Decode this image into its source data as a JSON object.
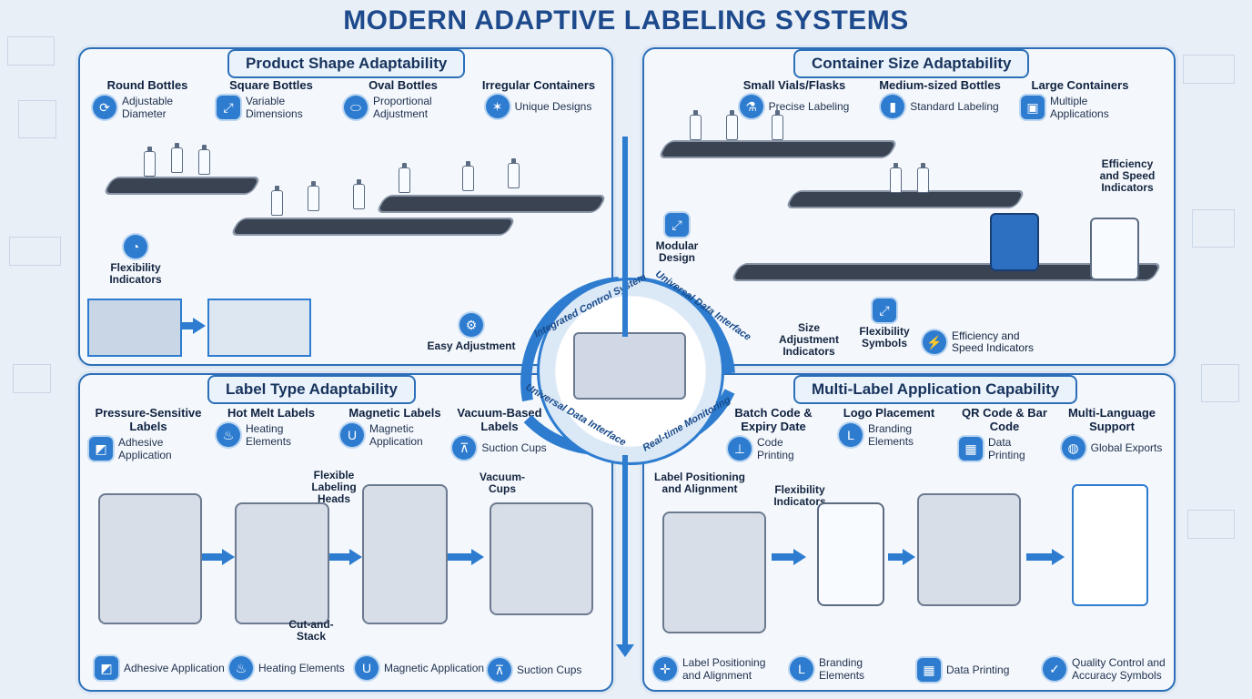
{
  "title": "MODERN ADAPTIVE LABELING SYSTEMS",
  "colors": {
    "primary": "#2c6fb8",
    "accent": "#2d7cd0",
    "panel": "#f4f8fc",
    "title": "#1d4a8c"
  },
  "center": {
    "labels": [
      "Integrated Control System",
      "Universal Data Interface",
      "Universal Data Interface",
      "Real-time Monitoring"
    ]
  },
  "shape_panel": {
    "title": "Product Shape Adaptability",
    "categories": [
      {
        "title": "Round Bottles",
        "desc": "Adjustable Diameter",
        "icon": "circle-arrow-icon"
      },
      {
        "title": "Square Bottles",
        "desc": "Variable Dimensions",
        "icon": "square-resize-icon"
      },
      {
        "title": "Oval Bottles",
        "desc": "Proportional Adjustment",
        "icon": "oval-icon"
      },
      {
        "title": "Irregular Containers",
        "desc": "Unique Designs",
        "icon": "star-icon"
      }
    ],
    "flexibility": "Flexibility Indicators",
    "easy": "Easy Adjustment"
  },
  "size_panel": {
    "title": "Container Size Adaptability",
    "categories": [
      {
        "title": "Small Vials/Flasks",
        "desc": "Precise Labeling",
        "icon": "flask-icon"
      },
      {
        "title": "Medium-sized Bottles",
        "desc": "Standard Labeling",
        "icon": "bottle-icon"
      },
      {
        "title": "Large Containers",
        "desc": "Multiple Applications",
        "icon": "container-icon"
      }
    ],
    "efficiency_top": "Efficiency and Speed Indicators",
    "modular": "Modular Design",
    "size_adj": "Size Adjustment Indicators",
    "flex_symbols": "Flexibility Symbols",
    "efficiency_bottom": "Efficiency and Speed Indicators"
  },
  "label_panel": {
    "title": "Label Type Adaptability",
    "categories": [
      {
        "title": "Pressure-Sensitive Labels",
        "desc": "Adhesive Application",
        "icon": "adhesive-icon"
      },
      {
        "title": "Hot Melt Labels",
        "desc": "Heating Elements",
        "icon": "heating-icon"
      },
      {
        "title": "Magnetic Labels",
        "desc": "Magnetic Application",
        "icon": "magnet-icon"
      },
      {
        "title": "Vacuum-Based Labels",
        "desc": "Suction Cups",
        "icon": "suction-icon"
      }
    ],
    "flexible_heads": "Flexible Labeling Heads",
    "vacuum_cups": "Vacuum-Cups",
    "cut_stack": "Cut-and-Stack",
    "bottom": [
      {
        "desc": "Adhesive Application",
        "icon": "adhesive-icon"
      },
      {
        "desc": "Heating Elements",
        "icon": "heating-icon"
      },
      {
        "desc": "Magnetic Application",
        "icon": "magnet-icon"
      },
      {
        "desc": "Suction Cups",
        "icon": "suction-icon"
      }
    ]
  },
  "multi_panel": {
    "title": "Multi-Label Application Capability",
    "categories": [
      {
        "title": "Batch Code & Expiry Date",
        "desc": "Code Printing",
        "icon": "stamp-icon"
      },
      {
        "title": "Logo Placement",
        "desc": "Branding Elements",
        "icon": "logo-icon"
      },
      {
        "title": "QR Code & Bar Code",
        "desc": "Data Printing",
        "icon": "qr-code-icon"
      },
      {
        "title": "Multi-Language Support",
        "desc": "Global Exports",
        "icon": "globe-icon"
      }
    ],
    "label_positioning": "Label Positioning and Alignment",
    "flexibility": "Flexibility Indicators",
    "bottom": [
      {
        "desc": "Label Positioning and Alignment",
        "icon": "crosshair-icon"
      },
      {
        "desc": "Branding Elements",
        "icon": "logo-icon"
      },
      {
        "desc": "Data Printing",
        "icon": "qr-code-icon"
      },
      {
        "desc": "Quality Control and Accuracy Symbols",
        "icon": "quality-check-icon"
      }
    ]
  }
}
